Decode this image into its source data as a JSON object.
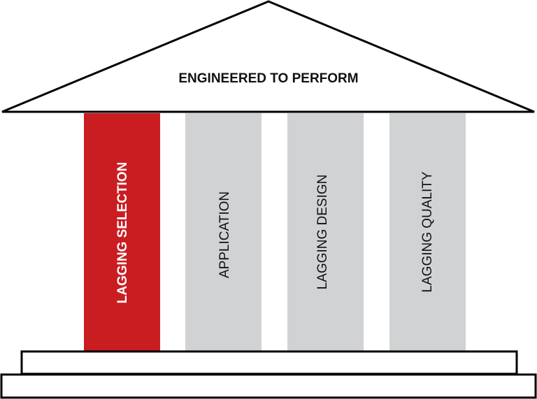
{
  "roof": {
    "label": "ENGINEERED TO PERFORM"
  },
  "pillars": [
    {
      "label": "LAGGING SELECTION",
      "fill": "#c91d22",
      "text_color": "#ffffff",
      "highlighted": true
    },
    {
      "label": "APPLICATION",
      "fill": "#d1d2d4",
      "text_color": "#111111",
      "highlighted": false
    },
    {
      "label": "LAGGING DESIGN",
      "fill": "#d1d2d4",
      "text_color": "#111111",
      "highlighted": false
    },
    {
      "label": "LAGGING QUALITY",
      "fill": "#d1d2d4",
      "text_color": "#111111",
      "highlighted": false
    }
  ],
  "colors": {
    "outline": "#000000",
    "accent": "#c91d22",
    "pillar_gray": "#d1d2d4"
  }
}
